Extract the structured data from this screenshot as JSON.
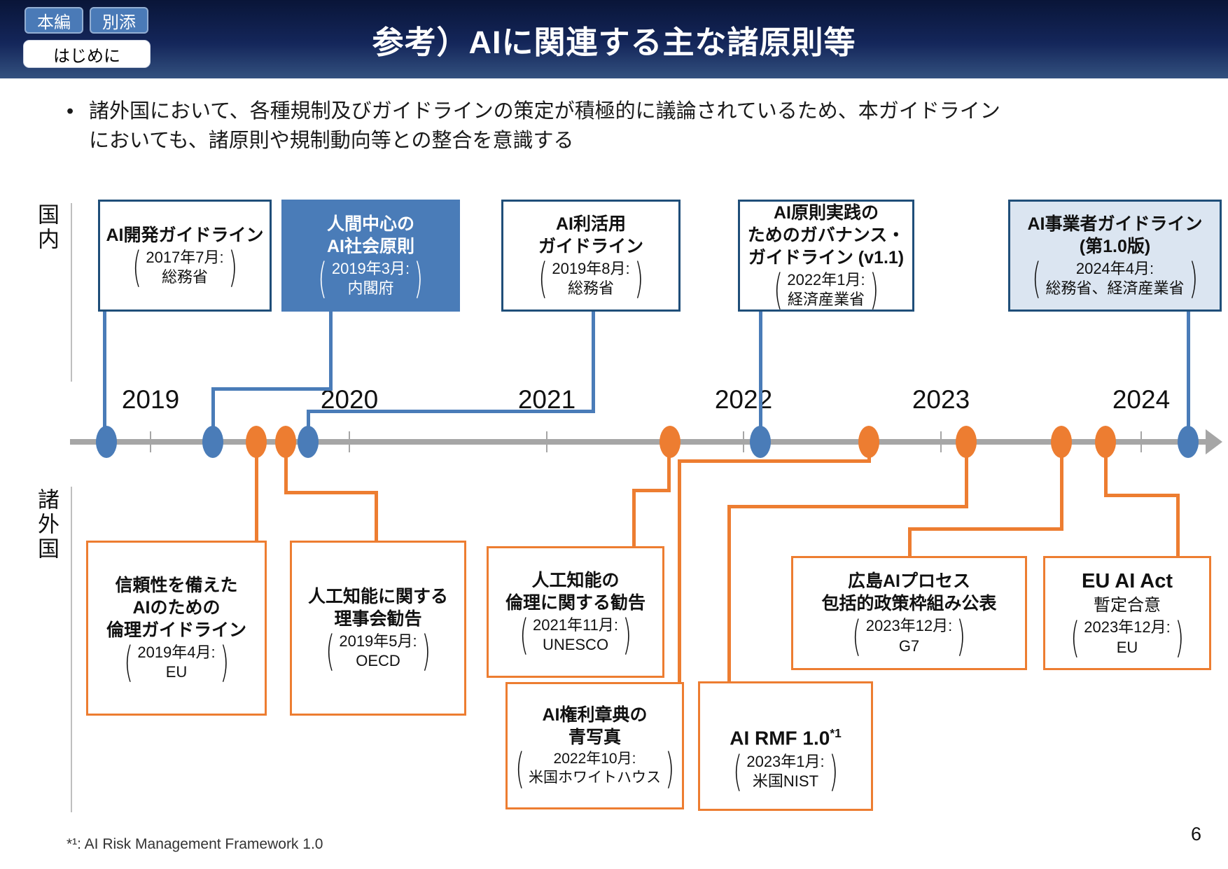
{
  "header": {
    "tab_main": "本編",
    "tab_annex": "別添",
    "tab_section": "はじめに",
    "title": "参考）AIに関連する主な諸原則等"
  },
  "intro": {
    "bullet": "•",
    "text": "諸外国において、各種規制及びガイドラインの策定が積極的に議論されているため、本ガイドラインにおいても、諸原則や規制動向等との整合を意識する"
  },
  "timeline": {
    "row_labels": {
      "domestic": "国内",
      "foreign": "諸外国"
    },
    "years": [
      "2019",
      "2020",
      "2021",
      "2022",
      "2023",
      "2024"
    ]
  },
  "domestic_events": [
    {
      "title": "AI開発ガイドライン",
      "date": "2017年7月:",
      "org": "総務省"
    },
    {
      "title": "人間中心の\nAI社会原則",
      "date": "2019年3月:",
      "org": "内閣府"
    },
    {
      "title": "AI利活用\nガイドライン",
      "date": "2019年8月:",
      "org": "総務省"
    },
    {
      "title": "AI原則実践の\nためのガバナンス・\nガイドライン (v1.1)",
      "date": "2022年1月:",
      "org": "経済産業省"
    },
    {
      "title": "AI事業者ガイドライン\n(第1.0版)",
      "date": "2024年4月:",
      "org": "総務省、経済産業省"
    }
  ],
  "foreign_events": [
    {
      "title": "信頼性を備えた\nAIのための\n倫理ガイドライン",
      "date": "2019年4月:",
      "org": "EU"
    },
    {
      "title": "人工知能に関する\n理事会勧告",
      "date": "2019年5月:",
      "org": "OECD"
    },
    {
      "title": "人工知能の\n倫理に関する勧告",
      "date": "2021年11月:",
      "org": "UNESCO"
    },
    {
      "title": "AI権利章典の\n青写真",
      "date": "2022年10月:",
      "org": "米国ホワイトハウス"
    },
    {
      "title": "AI RMF 1.0",
      "title_sup": "*1",
      "date": "2023年1月:",
      "org": "米国NIST"
    },
    {
      "title": "広島AIプロセス\n包括的政策枠組み公表",
      "date": "2023年12月:",
      "org": "G7"
    },
    {
      "title": "EU AI Act",
      "subtitle": "暫定合意",
      "date": "2023年12月:",
      "org": "EU"
    }
  ],
  "colors": {
    "accent_blue": "#4a7cb8",
    "accent_orange": "#ed7d31",
    "border_navy": "#1f4e79",
    "timeline_gray": "#a6a6a6"
  },
  "footer": {
    "footnote": "*¹: AI Risk Management Framework 1.0",
    "page_number": "6"
  }
}
